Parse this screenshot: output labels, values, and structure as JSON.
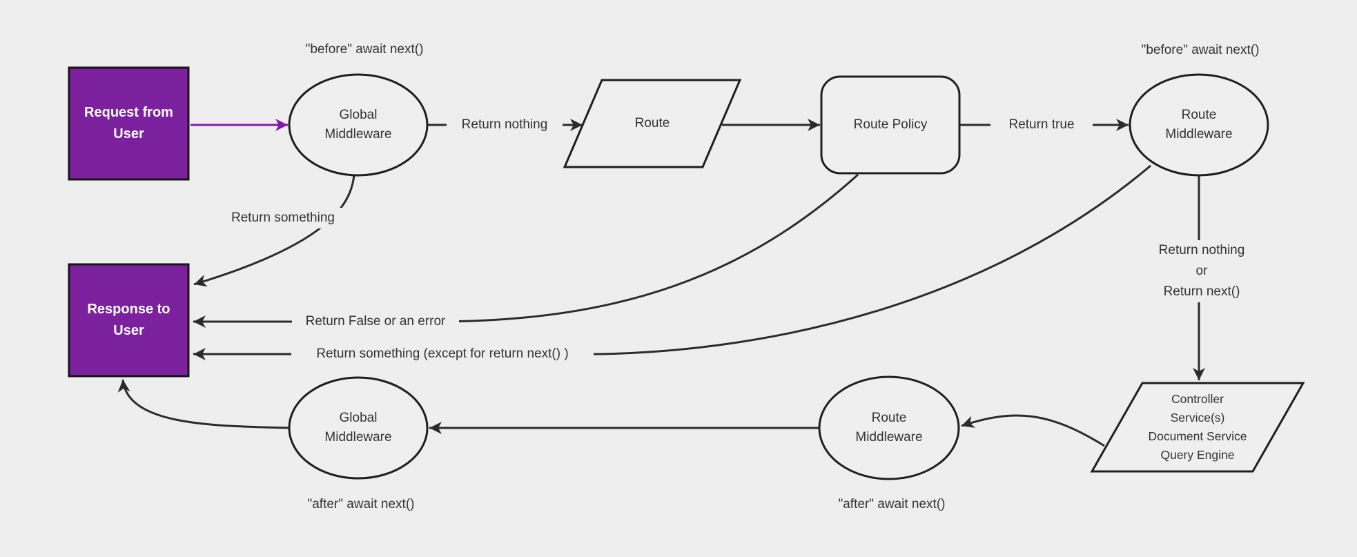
{
  "diagram": {
    "title": "Request and response lifecycle through middlewares, route, policy and controller",
    "colors": {
      "background": "#eeeeee",
      "node_fill": "#efefef",
      "node_border": "#1f1f1f",
      "edge_stroke": "#2b2b2b",
      "purple_box_fill": "#7b219e",
      "purple_edge": "#8617ad",
      "label_text": "#333333",
      "box_label_text": "#ffffff"
    },
    "nodes": {
      "request": {
        "label": "Request from\nUser"
      },
      "response": {
        "label": "Response to\nUser"
      },
      "global_mw_top": {
        "label": "Global\nMiddleware"
      },
      "route": {
        "label": "Route"
      },
      "route_policy": {
        "label": "Route Policy"
      },
      "route_mw_top": {
        "label": "Route\nMiddleware"
      },
      "controller": {
        "label": "Controller\nService(s)\nDocument Service\nQuery Engine"
      },
      "route_mw_bottom": {
        "label": "Route\nMiddleware"
      },
      "global_mw_bottom": {
        "label": "Global\nMiddleware"
      }
    },
    "edge_labels": {
      "before_left": "\"before\" await next()",
      "before_right": "\"before\" await next()",
      "return_nothing": "Return nothing",
      "return_true": "Return true",
      "return_something": "Return something",
      "return_false": "Return False or an error",
      "return_something_except": "Return something (except for return next() )",
      "return_nothing_or_next": "Return nothing\nor\nReturn next()",
      "after_left": "\"after\" await next()",
      "after_right": "\"after\" await next()"
    }
  }
}
